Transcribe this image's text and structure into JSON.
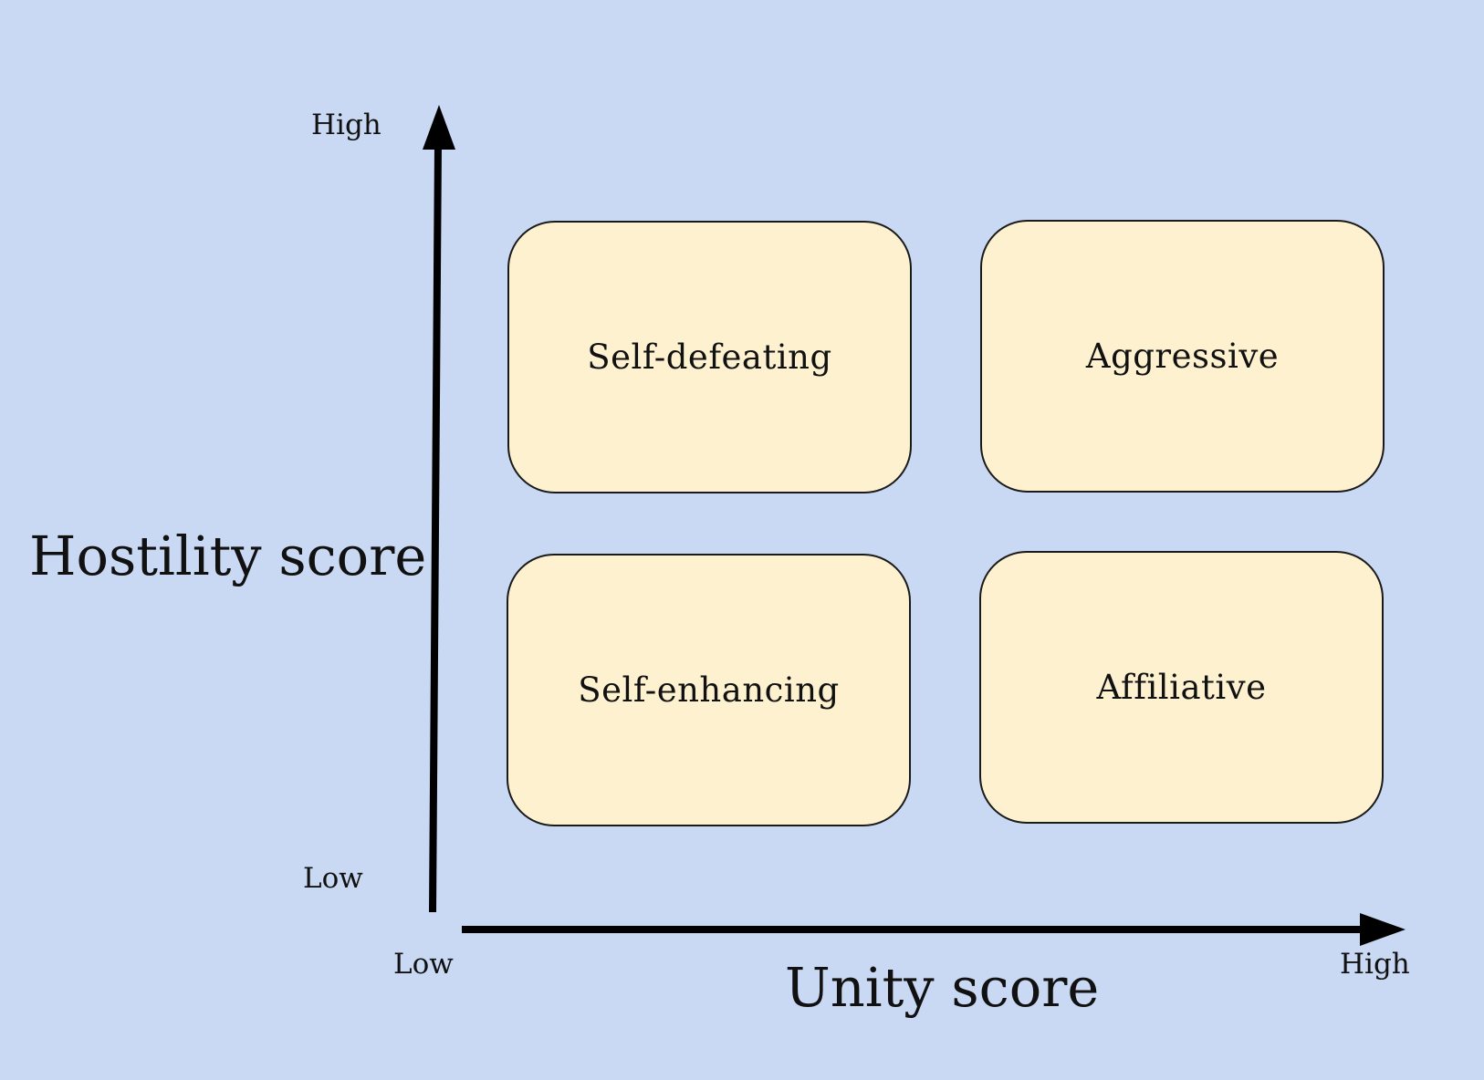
{
  "y_axis": {
    "title": "Hostility score",
    "high_label": "High",
    "low_label": "Low"
  },
  "x_axis": {
    "title": "Unity score",
    "high_label": "High",
    "low_label": "Low"
  },
  "quadrants": [
    {
      "label": "Self-defeating",
      "hostility": "High",
      "unity": "Low"
    },
    {
      "label": "Aggressive",
      "hostility": "High",
      "unity": "High"
    },
    {
      "label": "Self-enhancing",
      "hostility": "Low",
      "unity": "Low"
    },
    {
      "label": "Affiliative",
      "hostility": "Low",
      "unity": "High"
    }
  ],
  "colors": {
    "background": "#cad9f3",
    "box_fill": "#fdf1cf",
    "axis": "#000000"
  }
}
